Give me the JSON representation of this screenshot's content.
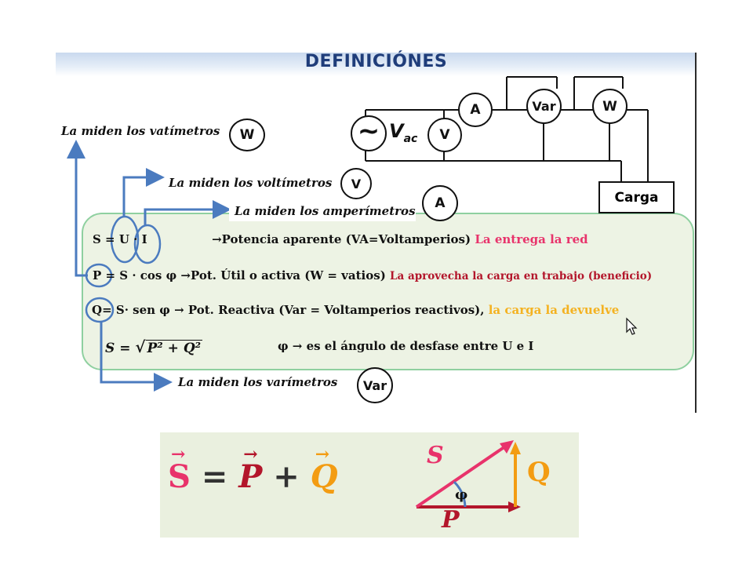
{
  "title": "DEFINICIÓNES",
  "meters": {
    "w": "W",
    "v": "V",
    "a": "A",
    "var": "Var"
  },
  "circuit": {
    "source_wave": "~",
    "source_label": "V",
    "source_sub": "ac",
    "load_label": "Carga"
  },
  "labels": {
    "vatimetros": "La miden los vatímetros",
    "voltimetros": "La miden los voltímetros",
    "amperimetros": "La miden los amperímetros",
    "varimetros": "La miden los varímetros"
  },
  "rows": {
    "s": {
      "lhs": "S = U · I",
      "arrow": "→",
      "desc": "Potencia aparente (VA=Voltamperios)",
      "note": "La entrega la red"
    },
    "p": {
      "lhs": "P = S · cos φ",
      "arrow": "→",
      "desc": "Pot. Útil o activa (W = vatios)",
      "note": "La aprovecha la carga en trabajo (beneficio)"
    },
    "q": {
      "lhs": "Q= S· sen φ",
      "arrow": "→",
      "desc": "Pot. Reactiva (Var = Voltamperios reactivos),",
      "note": "la carga la devuelve"
    },
    "formula": {
      "lhs": "S = ",
      "radicand": "P² + Q²",
      "phi_note": "φ → es el ángulo de desfase entre U e I"
    }
  },
  "vector": {
    "s": "S",
    "eq": "=",
    "p": "P",
    "plus": "+",
    "q": "Q",
    "phi": "φ"
  },
  "colors": {
    "red": "#e8336b",
    "dark_red": "#b3162b",
    "yellow": "#f4b221",
    "blue_arrow": "#4b7bbf",
    "title": "#1f3d7a"
  }
}
